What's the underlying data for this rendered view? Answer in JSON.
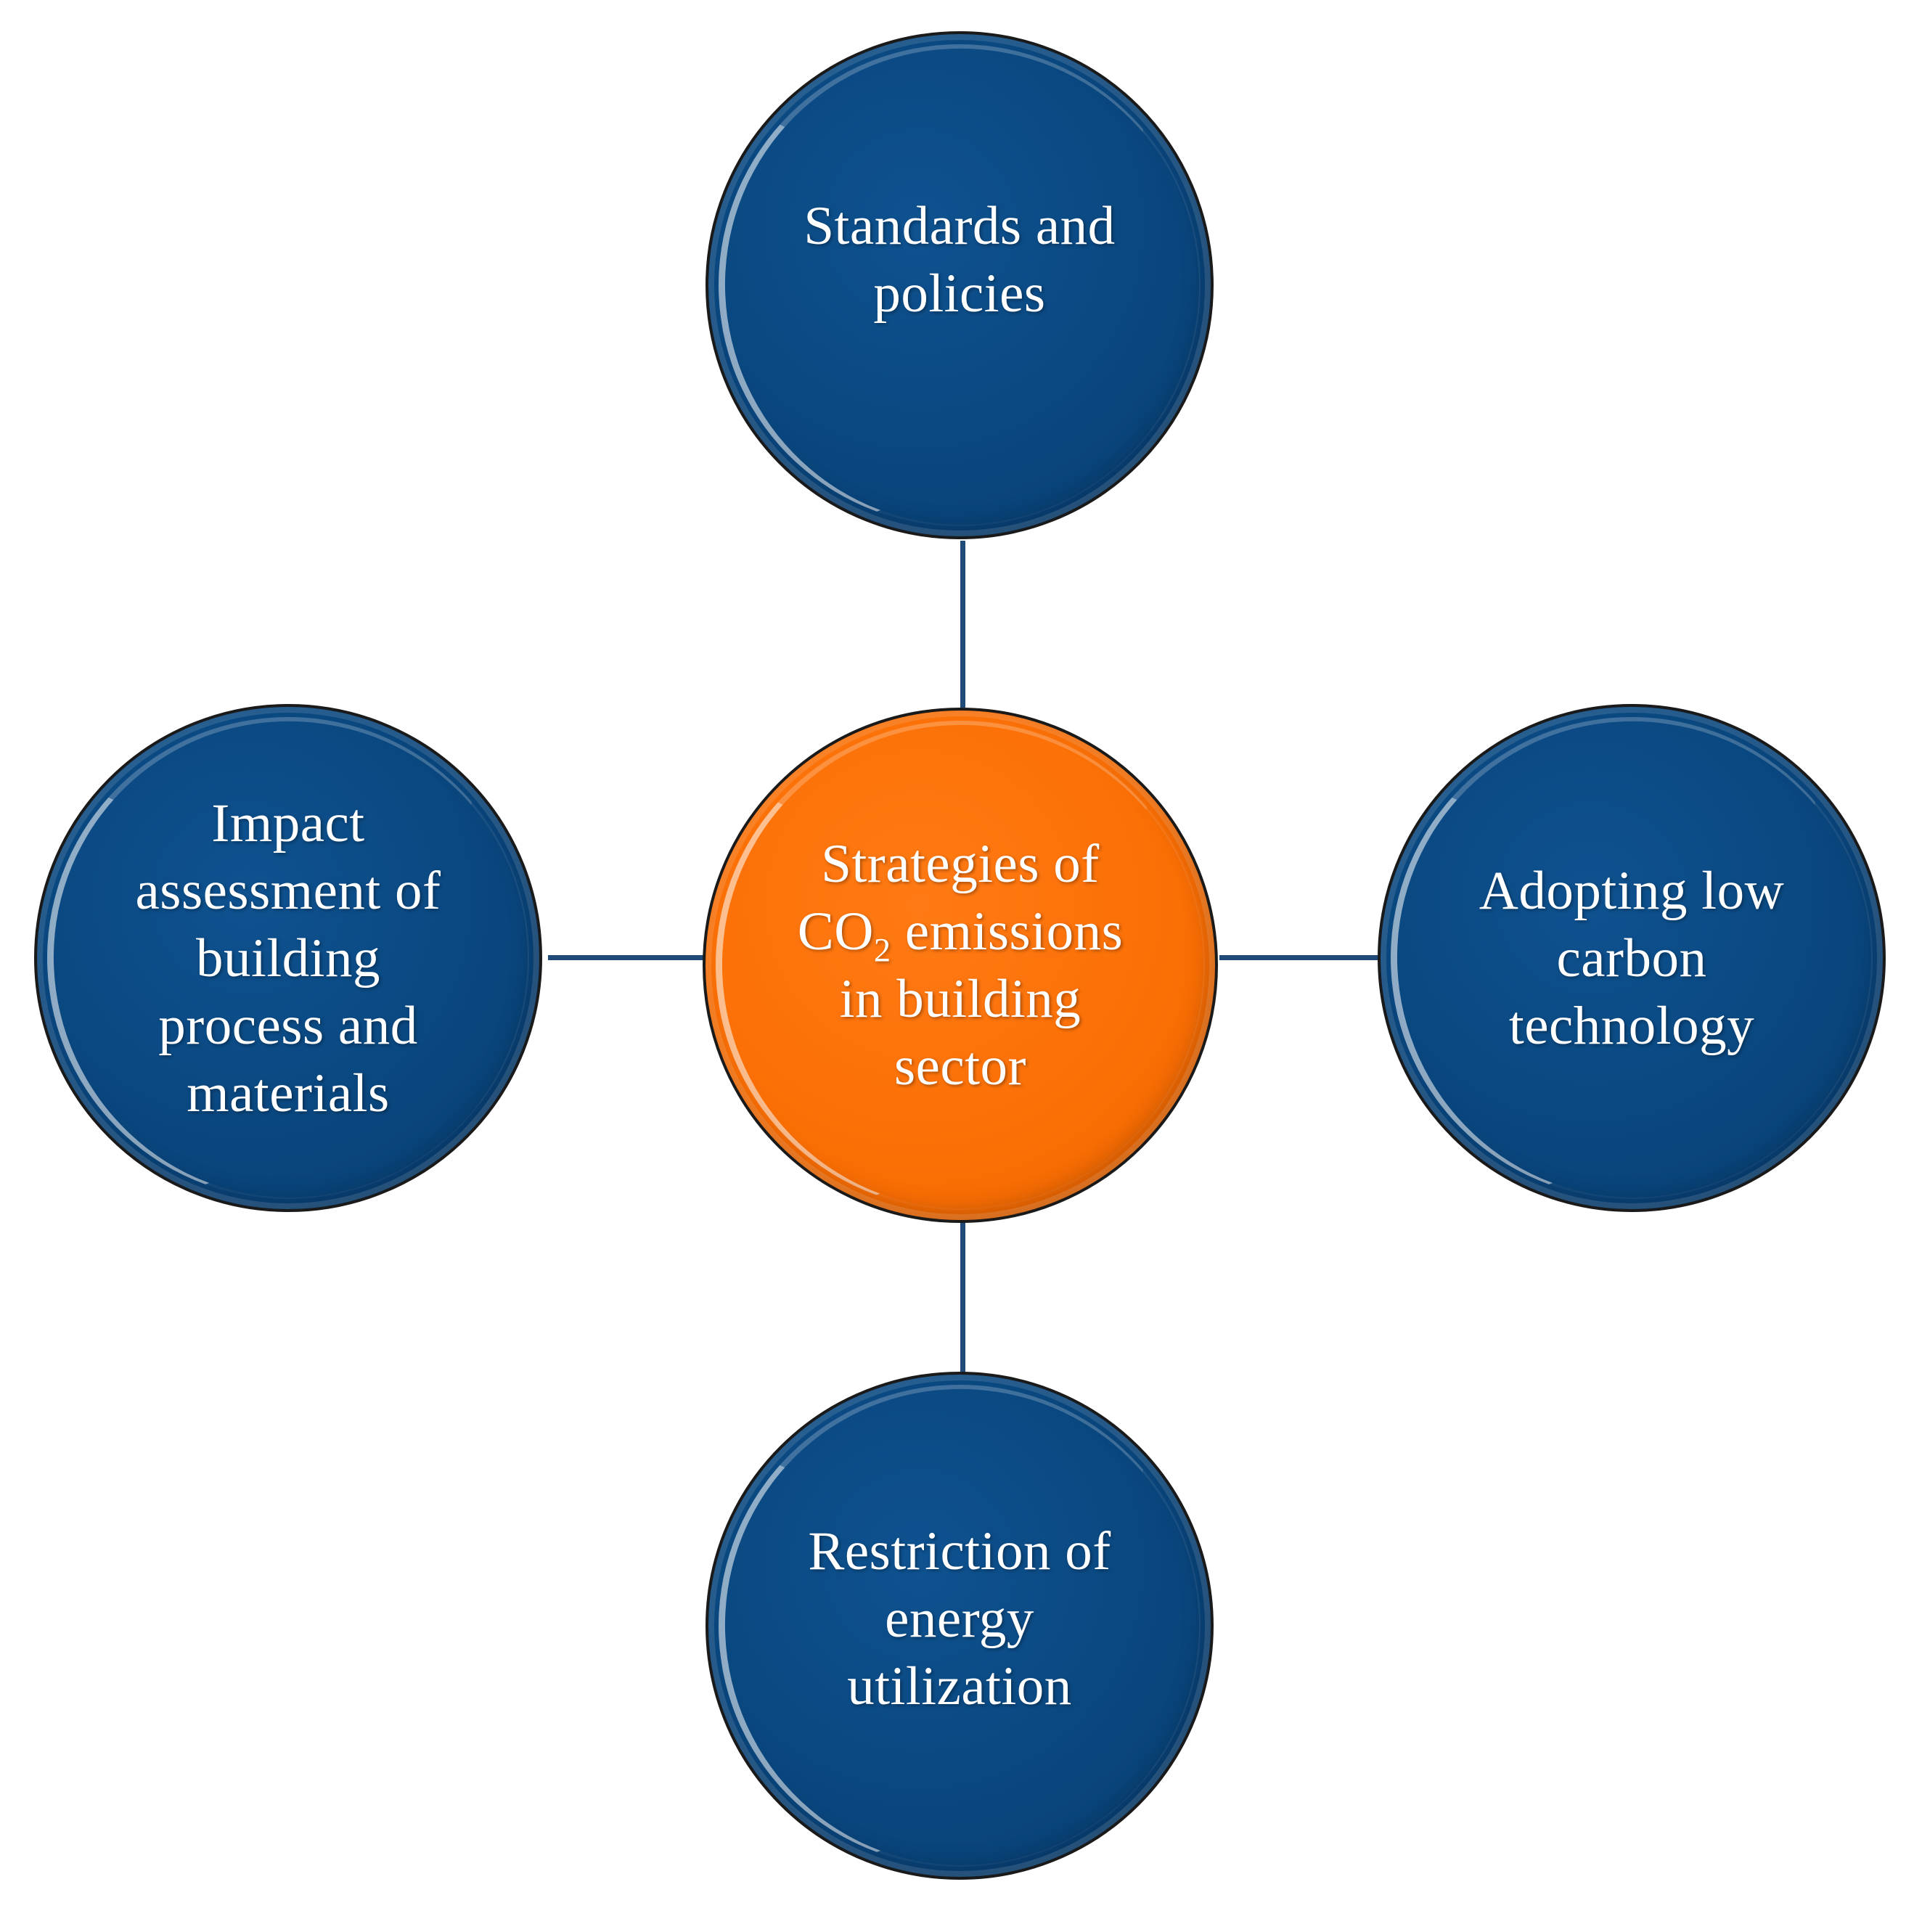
{
  "diagram": {
    "center": {
      "line1": "Strategies of",
      "line2_prefix": "CO",
      "line2_sub": "2",
      "line2_suffix": " emissions",
      "line3": "in building",
      "line4": "sector"
    },
    "top": {
      "line1": "Standards and",
      "line2": "policies"
    },
    "left": {
      "line1": "Impact",
      "line2": "assessment of",
      "line3": "building",
      "line4": "process and",
      "line5": "materials"
    },
    "right": {
      "line1": "Adopting low",
      "line2": "carbon",
      "line3": "technology"
    },
    "bottom": {
      "line1": "Restriction of",
      "line2": "energy",
      "line3": "utilization"
    },
    "colors": {
      "outer_node": "#0a477f",
      "center_node": "#fb6f05",
      "connector": "#1f4a7a",
      "text": "#ffffff"
    }
  }
}
